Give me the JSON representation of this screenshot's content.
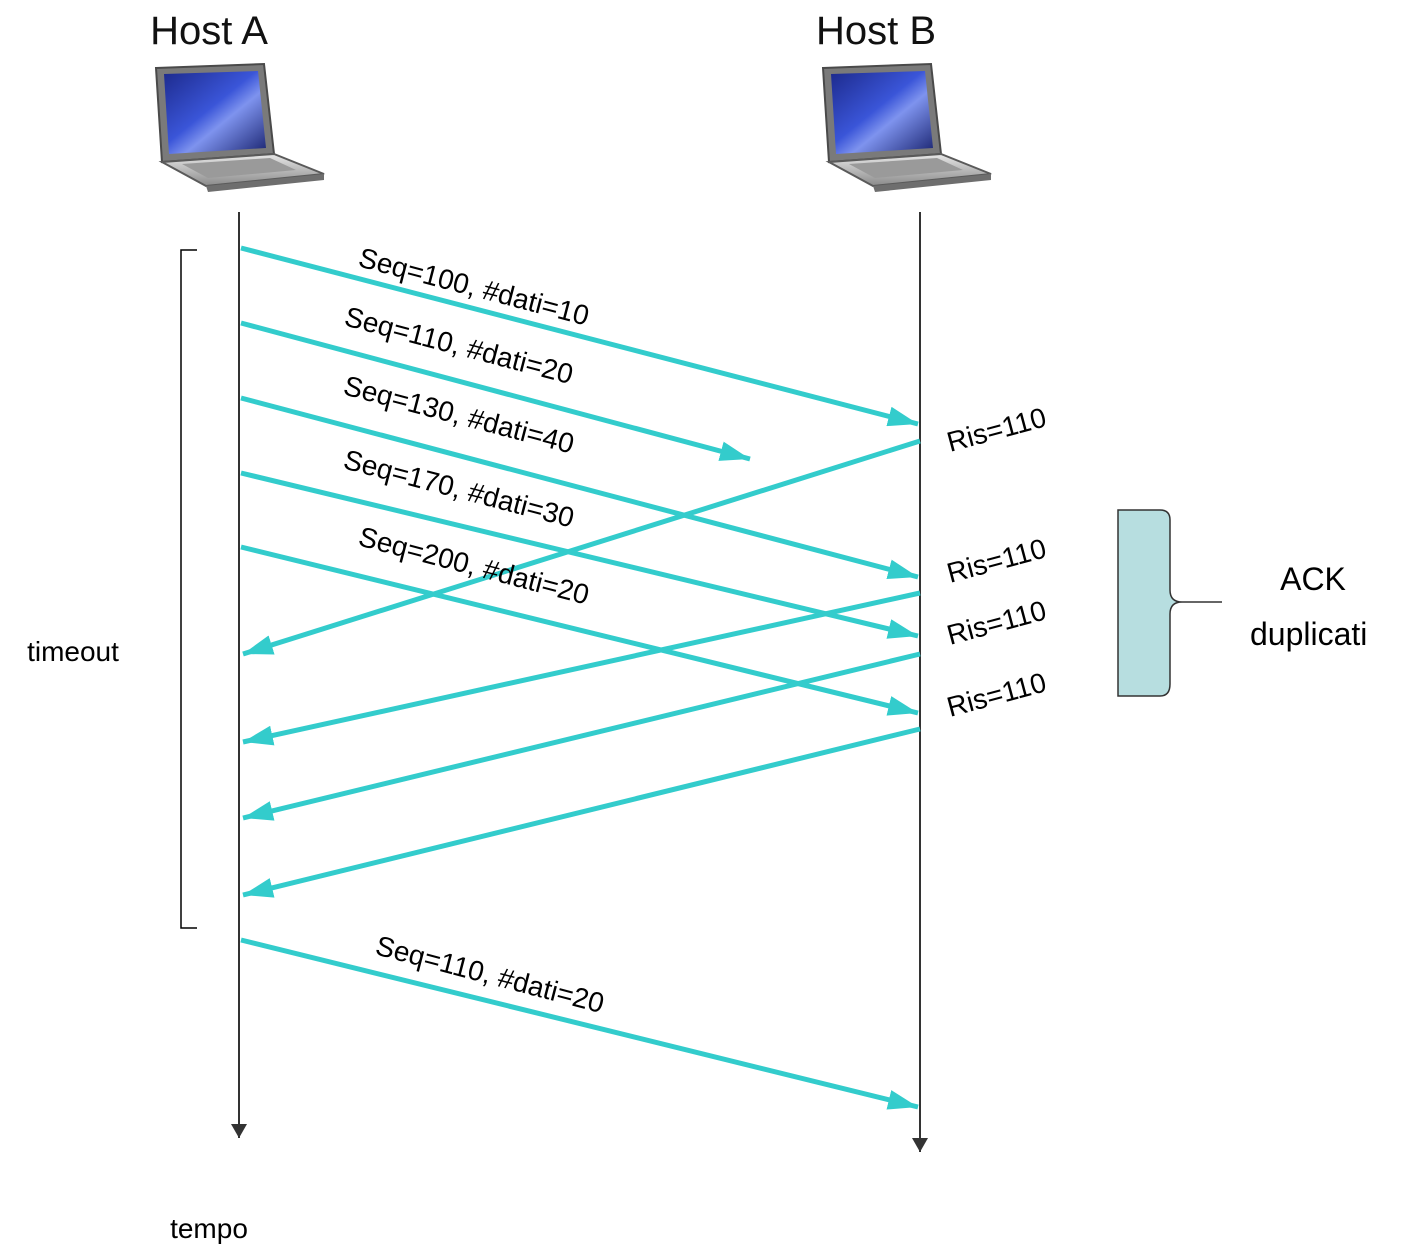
{
  "hosts": {
    "a": {
      "label": "Host A"
    },
    "b": {
      "label": "Host B"
    }
  },
  "segments": [
    {
      "label": "Seq=100, #dati=10",
      "direction": "A-to-B",
      "delivered": true
    },
    {
      "label": "Seq=110, #dati=20",
      "direction": "A-to-B",
      "delivered": false
    },
    {
      "label": "Seq=130, #dati=40",
      "direction": "A-to-B",
      "delivered": true
    },
    {
      "label": "Seq=170, #dati=30",
      "direction": "A-to-B",
      "delivered": true
    },
    {
      "label": "Seq=200, #dati=20",
      "direction": "A-to-B",
      "delivered": true
    },
    {
      "label": "Seq=110, #dati=20",
      "direction": "A-to-B",
      "delivered": true
    }
  ],
  "acks": [
    {
      "label": "Ris=110",
      "direction": "B-to-A"
    },
    {
      "label": "Ris=110",
      "direction": "B-to-A"
    },
    {
      "label": "Ris=110",
      "direction": "B-to-A"
    },
    {
      "label": "Ris=110",
      "direction": "B-to-A"
    }
  ],
  "timeout": {
    "label": "timeout"
  },
  "duplicate_acks": {
    "line1": "ACK",
    "line2": "duplicati"
  },
  "time_axis": {
    "label": "tempo"
  },
  "colors": {
    "arrow": "#33CCCC",
    "timeline": "#333333",
    "bracket_fill": "#B7DEE0",
    "text": "#000000"
  },
  "icons": {
    "host": "laptop-icon"
  }
}
